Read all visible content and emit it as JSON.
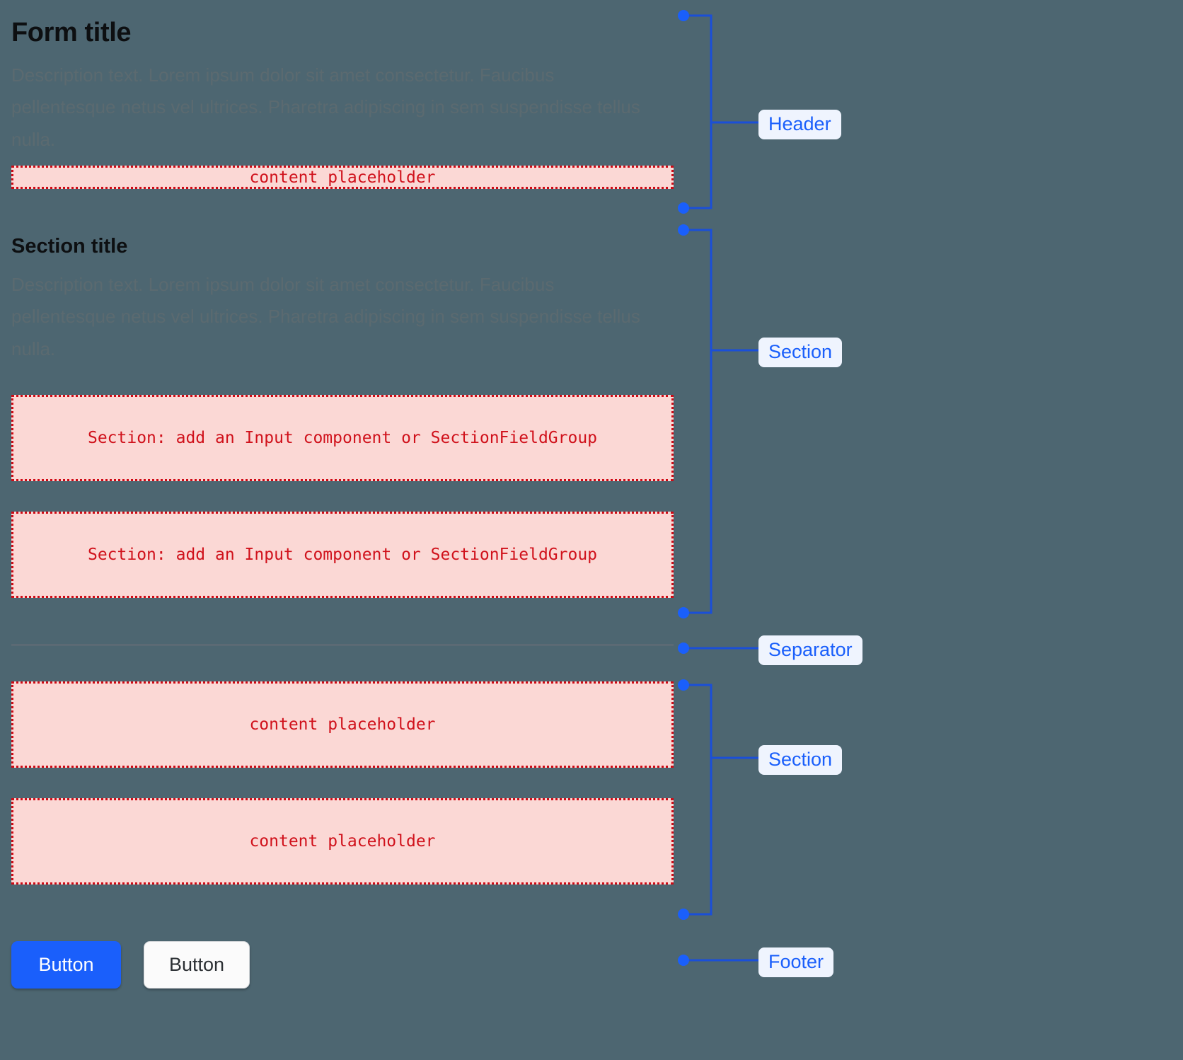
{
  "theme": {
    "background": "#4d6671",
    "accent_blue": "#1a5ffb",
    "badge_bg": "#eff4fe",
    "placeholder_bg": "#fbd8d5",
    "placeholder_border": "#cf0a15",
    "placeholder_text": "#d0111b",
    "title_color": "#0d0f11",
    "description_color": "#5b6a70",
    "separator_color": "#7e737c"
  },
  "header": {
    "title": "Form title",
    "description": "Description text. Lorem ipsum dolor sit amet consectetur. Faucibus pellentesque netus vel ultrices. Pharetra adipiscing in sem suspendisse tellus nulla.",
    "content_placeholder": "content placeholder"
  },
  "section_one": {
    "title": "Section title",
    "description": "Description text. Lorem ipsum dolor sit amet consectetur. Faucibus pellentesque netus vel ultrices. Pharetra adipiscing in sem suspendisse tellus nulla.",
    "field_placeholder_1": "Section: add an Input component or SectionFieldGroup",
    "field_placeholder_2": "Section: add an Input component or SectionFieldGroup"
  },
  "section_two": {
    "content_placeholder_1": "content placeholder",
    "content_placeholder_2": "content placeholder"
  },
  "footer": {
    "primary_button": "Button",
    "secondary_button": "Button"
  },
  "annotations": [
    {
      "label": "Header"
    },
    {
      "label": "Section"
    },
    {
      "label": "Separator"
    },
    {
      "label": "Section"
    },
    {
      "label": "Footer"
    }
  ]
}
